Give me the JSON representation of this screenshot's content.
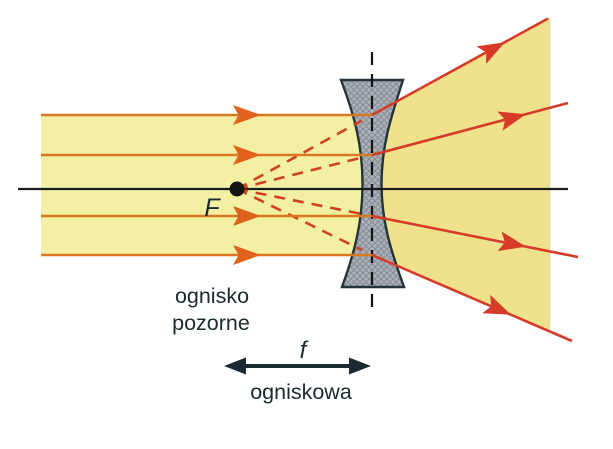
{
  "labels": {
    "focus_point": "F",
    "virtual_focus_line1": "ognisko",
    "virtual_focus_line2": "pozorne",
    "focal_length_symbol": "f",
    "focal_length_word": "ogniskowa"
  },
  "colors": {
    "background": "#FFFFFF",
    "beam_incident": "#F3F0A4",
    "beam_diverging": "#F0E28C",
    "ray_incident": "#D97820",
    "arrowhead_incident": "#E0621C",
    "ray_refracted": "#D63B28",
    "virtual_extension_dash": "#D1431E",
    "lens_fill": "#ACB1B7",
    "lens_hatch": "#868D95",
    "lens_outline": "#24343A",
    "optical_axis": "#1C1C1C",
    "focus_dot": "#141414",
    "text": "#1A2B30"
  }
}
